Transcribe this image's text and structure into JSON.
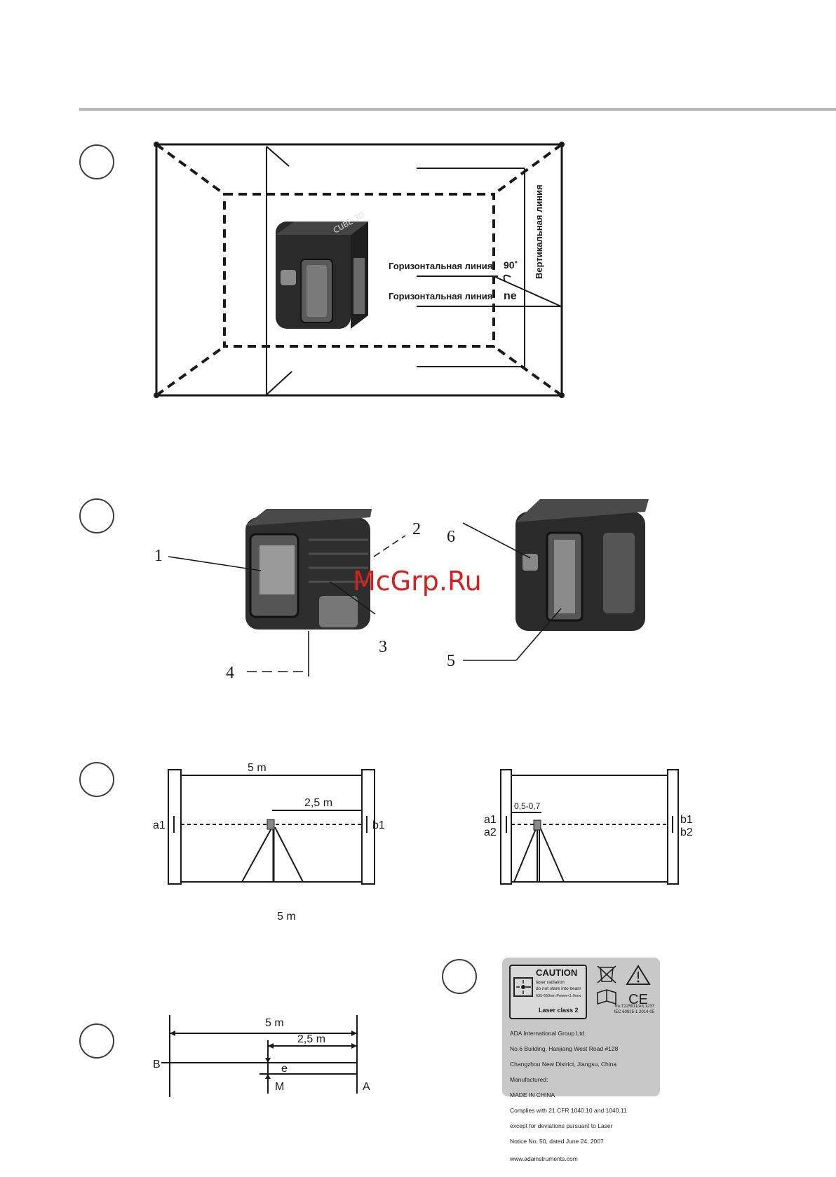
{
  "fig1": {
    "h_line_top": "Горизонтальная линия",
    "h_line_bottom": "Горизонтальная линия",
    "angle": "90˚",
    "ne": "ne",
    "v_line": "Вертикальная линия",
    "brand": "CUBE 3D"
  },
  "fig2": {
    "callouts": [
      "1",
      "2",
      "3",
      "4",
      "5",
      "6"
    ],
    "watermark": "McGrp.Ru"
  },
  "fig3": {
    "left": {
      "top_dist": "5 m",
      "half_dist": "2,5 m",
      "a1": "a1",
      "b1": "b1",
      "bottom_dist": "5 m"
    },
    "right": {
      "gap": "0,5-0,7",
      "a1": "a1",
      "a2": "a2",
      "b1": "b1",
      "b2": "b2"
    }
  },
  "fig4": {
    "dist": "5 m",
    "half": "2,5 m",
    "B": "B",
    "A": "A",
    "e": "e",
    "M": "M"
  },
  "fig5": {
    "caution": "CAUTION",
    "warn1": "laser radiation",
    "warn2": "do not stare into beam",
    "spec": "635-650nm   Power<1.0mw",
    "laser_class": "Laser class 2",
    "reg1": "No.T125911/A/L1237",
    "reg2": "IEC 60825-1 2014-05",
    "lines": [
      "ADA International Group Ltd.",
      "No.6 Building, Hanjiang West Road #128",
      "Changzhou New District, Jiangsu, China",
      "Manufactured:",
      "MADE IN CHINA",
      "Complies with 21 CFR 1040.10 and 1040.11",
      "except for deviations pursuant to Laser",
      "Notice No. 50, dated June 24, 2007",
      "www.adainstruments.com"
    ]
  }
}
